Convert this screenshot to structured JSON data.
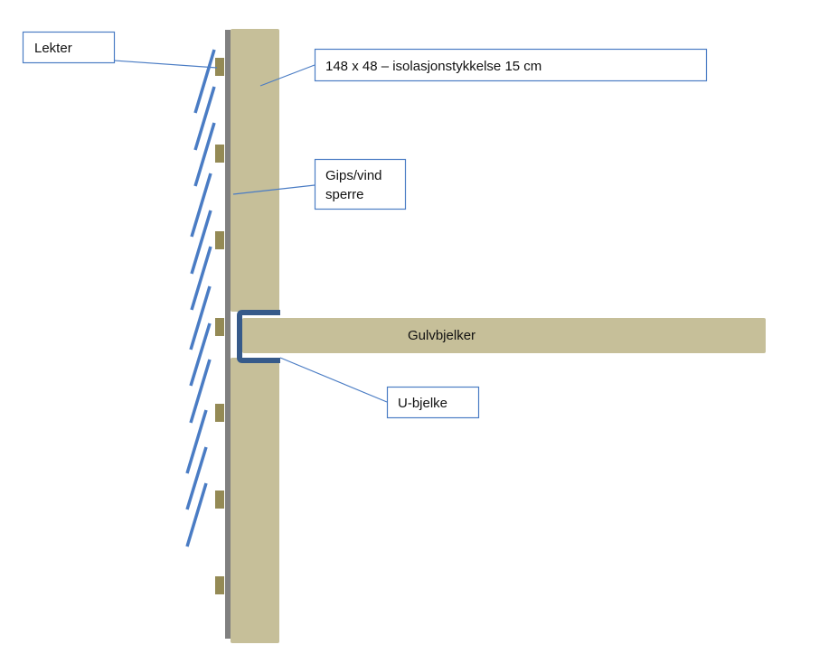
{
  "labels": {
    "lekter": "Lekter",
    "stender": "148 x  48 – isolasjonstykkelse 15 cm",
    "gips_line1": "Gips/vind",
    "gips_line2": "sperre",
    "gulvbjelker": "Gulvbjelker",
    "u_bjelke": "U-bjelke"
  },
  "colors": {
    "wood": "#c6bf99",
    "batten": "#948a55",
    "wall_membrane": "#808080",
    "cladding_lines": "#4a7cc4",
    "u_beam": "#365a8a",
    "leader_lines": "#4a7cc4",
    "box_border": "#4a7cc4"
  }
}
